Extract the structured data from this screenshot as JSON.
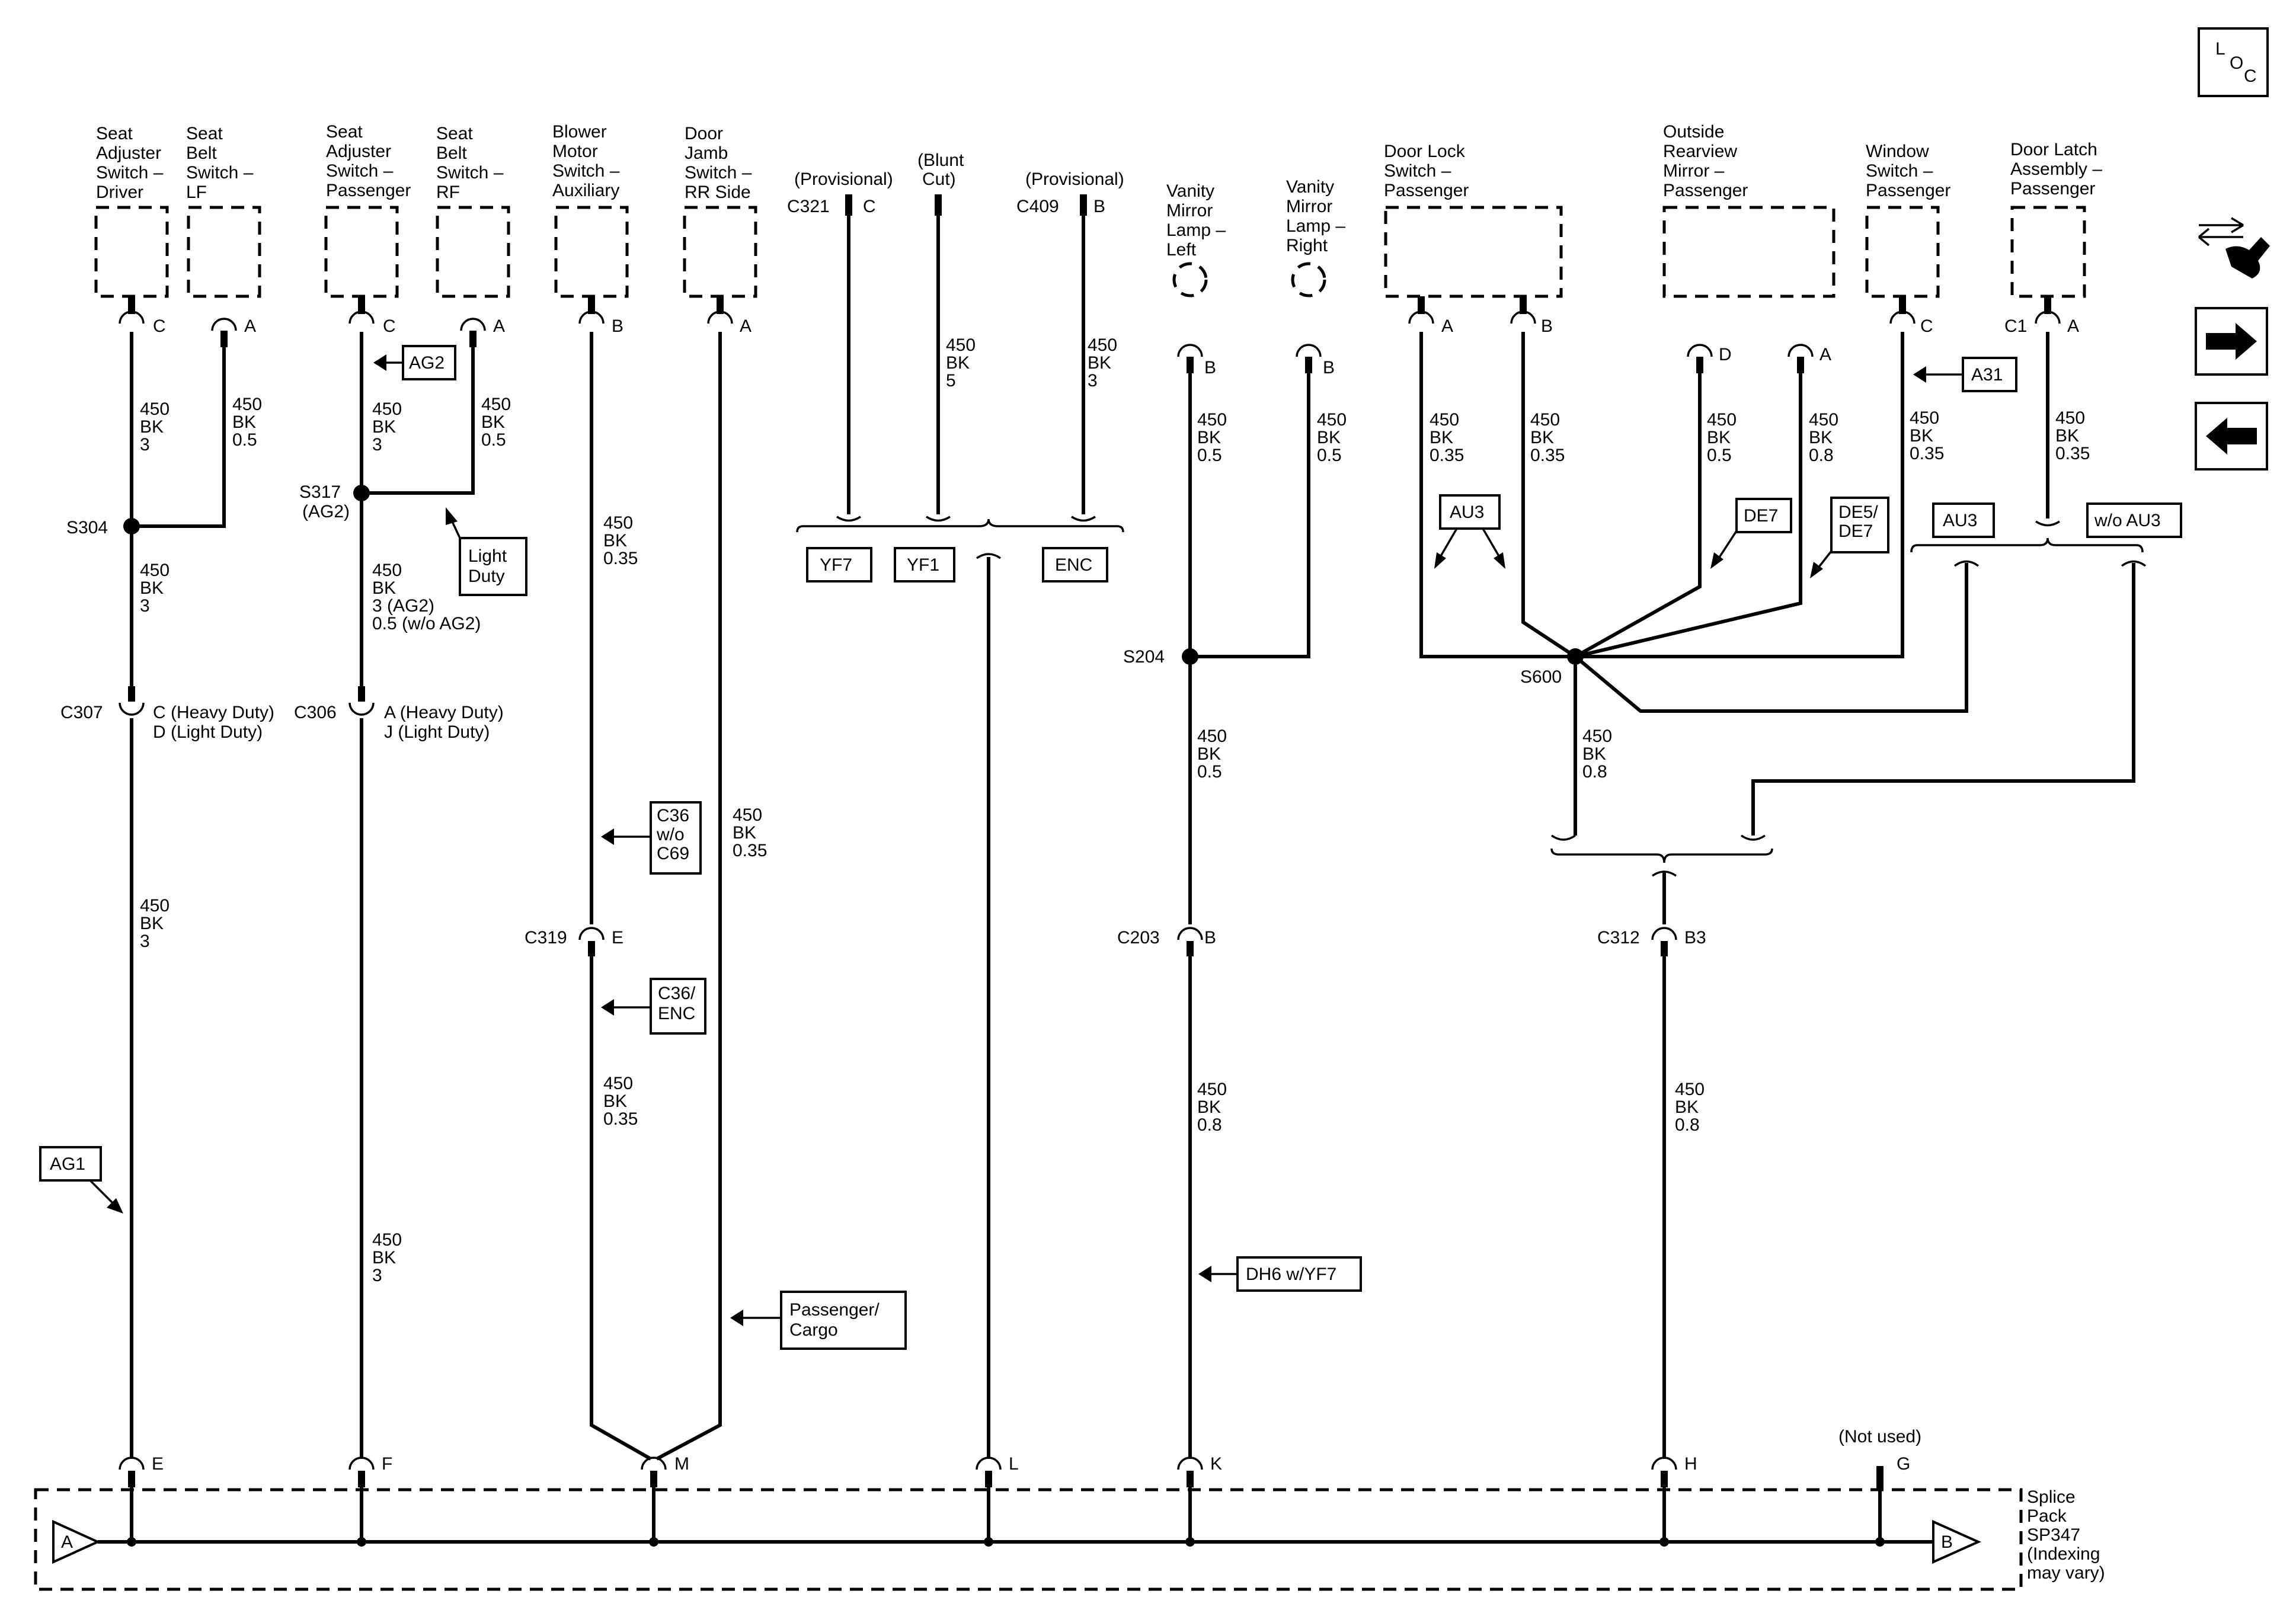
{
  "components": {
    "seat_adjuster_driver": [
      "Seat",
      "Adjuster",
      "Switch –",
      "Driver"
    ],
    "seat_belt_lf": [
      "Seat",
      "Belt",
      "Switch –",
      "LF"
    ],
    "seat_adjuster_passenger": [
      "Seat",
      "Adjuster",
      "Switch –",
      "Passenger"
    ],
    "seat_belt_rf": [
      "Seat",
      "Belt",
      "Switch –",
      "RF"
    ],
    "blower_motor_aux": [
      "Blower",
      "Motor",
      "Switch –",
      "Auxiliary"
    ],
    "door_jamb_rr": [
      "Door",
      "Jamb",
      "Switch –",
      "RR Side"
    ],
    "provisional_c321": "(Provisional)",
    "blunt_cut": [
      "(Blunt",
      "Cut)"
    ],
    "provisional_c409": "(Provisional)",
    "vanity_left": [
      "Vanity",
      "Mirror",
      "Lamp –",
      "Left"
    ],
    "vanity_right": [
      "Vanity",
      "Mirror",
      "Lamp –",
      "Right"
    ],
    "door_lock_passenger": [
      "Door Lock",
      "Switch –",
      "Passenger"
    ],
    "outside_mirror_passenger": [
      "Outside",
      "Rearview",
      "Mirror –",
      "Passenger"
    ],
    "window_switch_passenger": [
      "Window",
      "Switch –",
      "Passenger"
    ],
    "door_latch_passenger": [
      "Door Latch",
      "Assembly –",
      "Passenger"
    ]
  },
  "pins": {
    "c": "C",
    "a": "A",
    "b": "B",
    "d": "D",
    "e": "E",
    "f": "F",
    "m": "M",
    "l": "L",
    "k": "K",
    "h": "H",
    "g": "G",
    "c1": "C1",
    "b3": "B3"
  },
  "connectors": {
    "c321": "C321",
    "c409": "C409",
    "c307": "C307",
    "c306": "C306",
    "c319": "C319",
    "c203": "C203",
    "c312": "C312"
  },
  "c307_pins": [
    "C (Heavy Duty)",
    "D (Light Duty)"
  ],
  "c306_pins": [
    "A (Heavy Duty)",
    "J (Light Duty)"
  ],
  "splices": {
    "s304": "S304",
    "s317": [
      "S317",
      "(AG2)"
    ],
    "s204": "S204",
    "s600": "S600"
  },
  "wires": {
    "w_3": [
      "450",
      "BK",
      "3"
    ],
    "w_05": [
      "450",
      "BK",
      "0.5"
    ],
    "w_5": [
      "450",
      "BK",
      "5"
    ],
    "w_035": [
      "450",
      "BK",
      "0.35"
    ],
    "w_08": [
      "450",
      "BK",
      "0.8"
    ],
    "w_s317": [
      "450",
      "BK",
      "3 (AG2)",
      "0.5 (w/o AG2)"
    ]
  },
  "options": {
    "ag2": "AG2",
    "light_duty": [
      "Light",
      "Duty"
    ],
    "ag1": "AG1",
    "c36_wo_c69": [
      "C36",
      "w/o",
      "C69"
    ],
    "c36_enc": [
      "C36/",
      "ENC"
    ],
    "passenger_cargo": [
      "Passenger/",
      "Cargo"
    ],
    "yf7": "YF7",
    "yf1": "YF1",
    "enc": "ENC",
    "dh6_wyf7": "DH6 w/YF7",
    "au3": "AU3",
    "de7": "DE7",
    "de5_de7": [
      "DE5/",
      "DE7"
    ],
    "a31": "A31",
    "wo_au3": "w/o AU3"
  },
  "splice_pack": {
    "label": [
      "Splice",
      "Pack",
      "SP347",
      "(Indexing",
      "may vary)"
    ],
    "in": "A",
    "out": "B",
    "not_used": "(Not used)"
  },
  "loc_icon": [
    "L",
    "O",
    "C"
  ]
}
